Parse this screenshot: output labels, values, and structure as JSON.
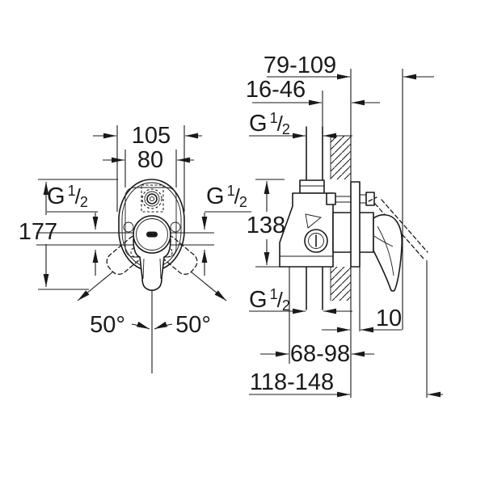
{
  "colors": {
    "line": "#1a1a1a",
    "background": "#ffffff"
  },
  "thread_label": {
    "prefix": "G",
    "numerator": "1",
    "slash": "/",
    "denominator": "2"
  },
  "front_view": {
    "dim_outer_width": "105",
    "dim_inner_width": "80",
    "dim_height": "177",
    "angle_left": "50°",
    "angle_right": "50°"
  },
  "side_view": {
    "dim_wall_to_handle": "79-109",
    "dim_rough_in_depth": "16-46",
    "dim_connection_height": "138",
    "dim_escutcheon_thickness": "10",
    "dim_body_to_wall": "68-98",
    "dim_wall_to_open_handle": "118-148"
  }
}
